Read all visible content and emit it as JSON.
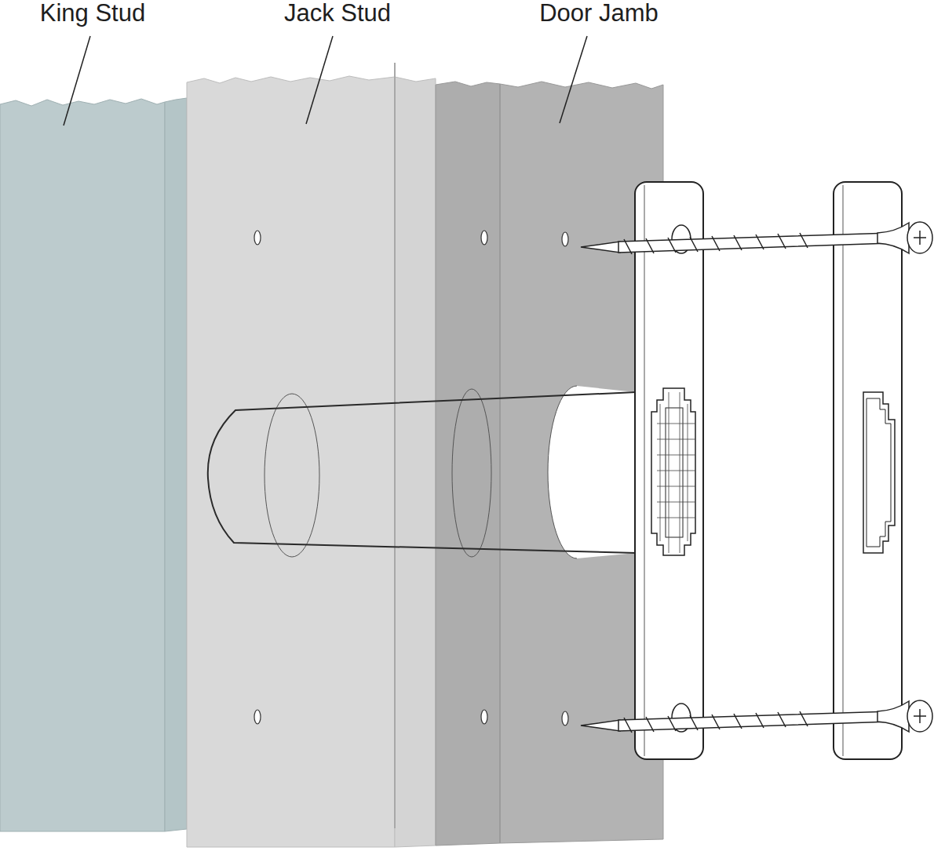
{
  "diagram": {
    "labels": [
      "King Stud",
      "Jack Stud",
      "Door Jamb"
    ]
  }
}
